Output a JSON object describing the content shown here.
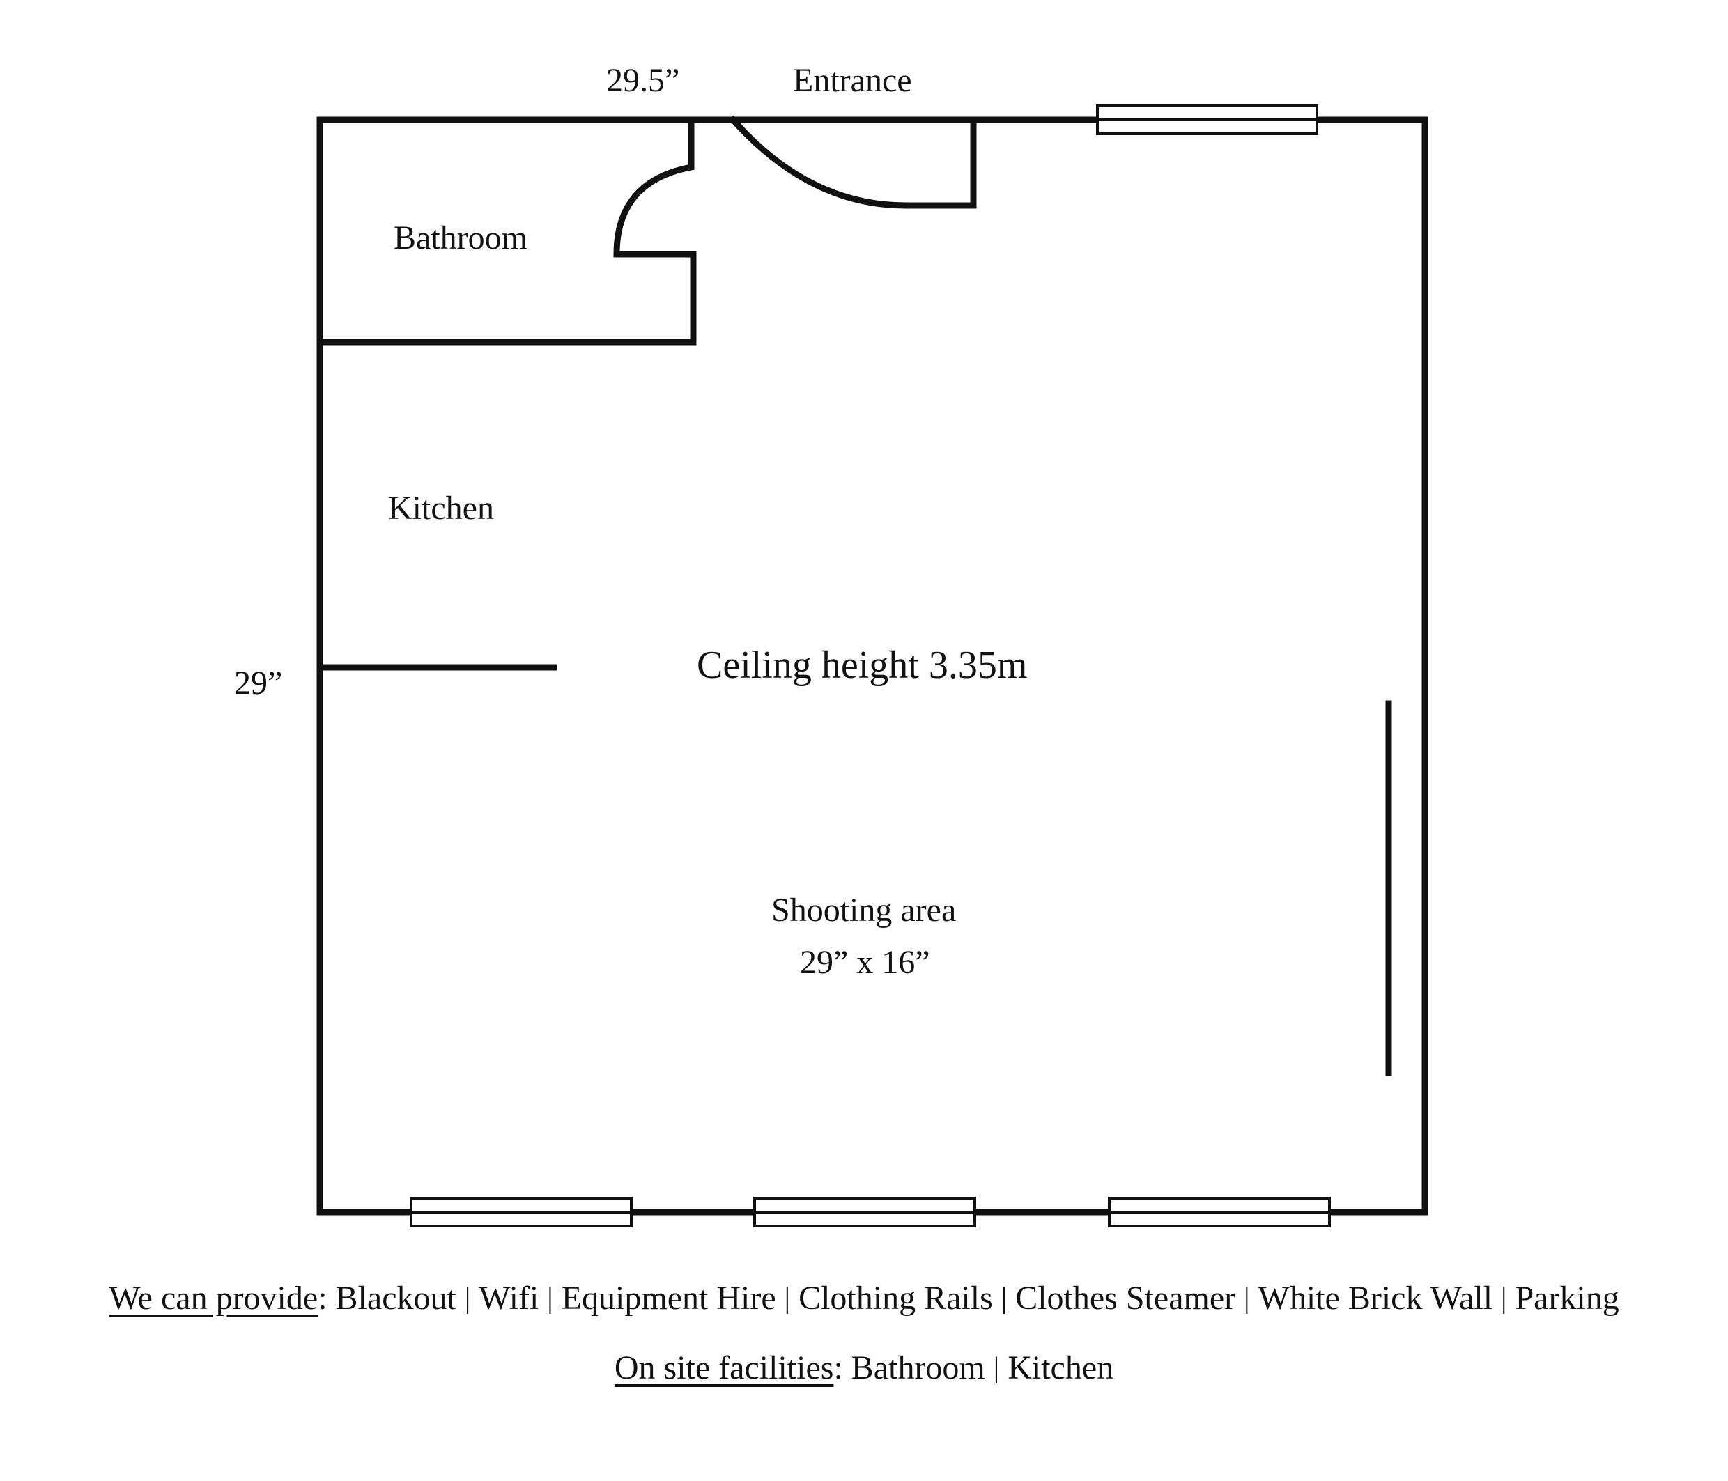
{
  "labels": {
    "top_dimension": "29.5”",
    "entrance": "Entrance",
    "bathroom": "Bathroom",
    "kitchen": "Kitchen",
    "left_dimension": "29”",
    "ceiling": "Ceiling height 3.35m",
    "shooting_area": "Shooting area",
    "shooting_area_size": "29” x 16”"
  },
  "footer": {
    "provide_heading": "We can provide",
    "provide_items": [
      "Blackout",
      "Wifi",
      "Equipment Hire",
      "Clothing Rails",
      "Clothes Steamer",
      "White Brick Wall",
      "Parking"
    ],
    "facilities_heading": "On site facilities",
    "facilities_items": [
      "Bathroom",
      "Kitchen"
    ],
    "separator": "|"
  }
}
